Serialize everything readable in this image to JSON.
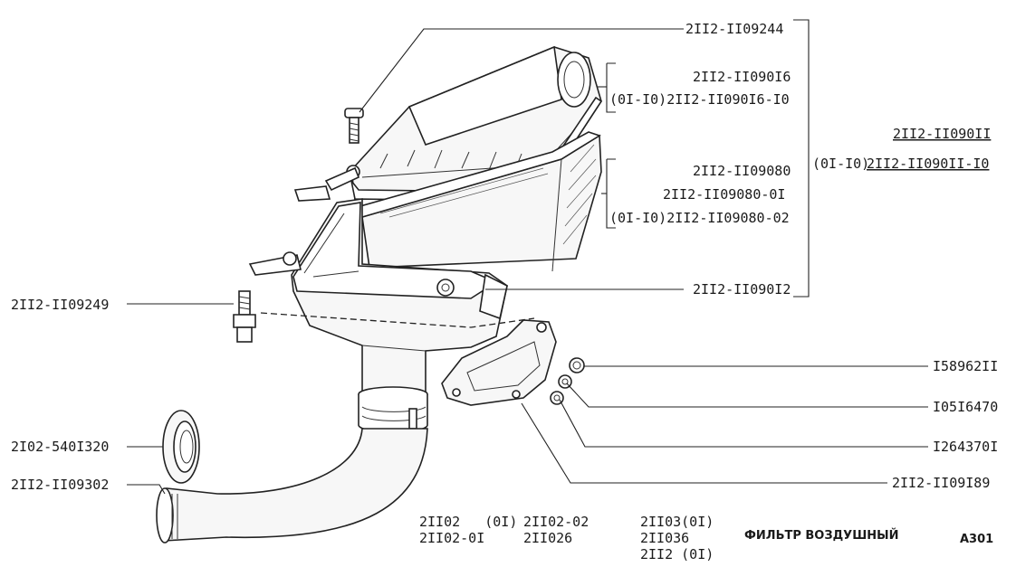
{
  "callouts": {
    "cover_screw": "2II2-II09244",
    "cover_1": "2II2-II090I6",
    "cover_2": "(0I-I0)2II2-II090I6-I0",
    "assembly_1": "2II2-II090II",
    "assembly_prefix": "(0I-I0)",
    "assembly_2": "2II2-II090II-I0",
    "element_1": "2II2-II09080",
    "element_2": "2II2-II09080-0I",
    "element_3": "(0I-I0)2II2-II09080-02",
    "housing": "2II2-II090I2",
    "stud": "2II2-II09249",
    "nut": "I58962II",
    "washer_1": "I05I6470",
    "washer_2": "I264370I",
    "bracket": "2II2-II09I89",
    "seal": "2I02-540I320",
    "hose": "2II2-II09302"
  },
  "models": {
    "col1_line1": "2II02   (0I)",
    "col1_line2": "2II02-0I",
    "col2_line1": "2II02-02",
    "col2_line2": "2II026",
    "col3_line1": "2II03(0I)",
    "col3_line2": "2II036",
    "col3_line3": "2II2 (0I)"
  },
  "title": "ФИЛЬТР ВОЗДУШНЫЙ",
  "page_code": "A301"
}
